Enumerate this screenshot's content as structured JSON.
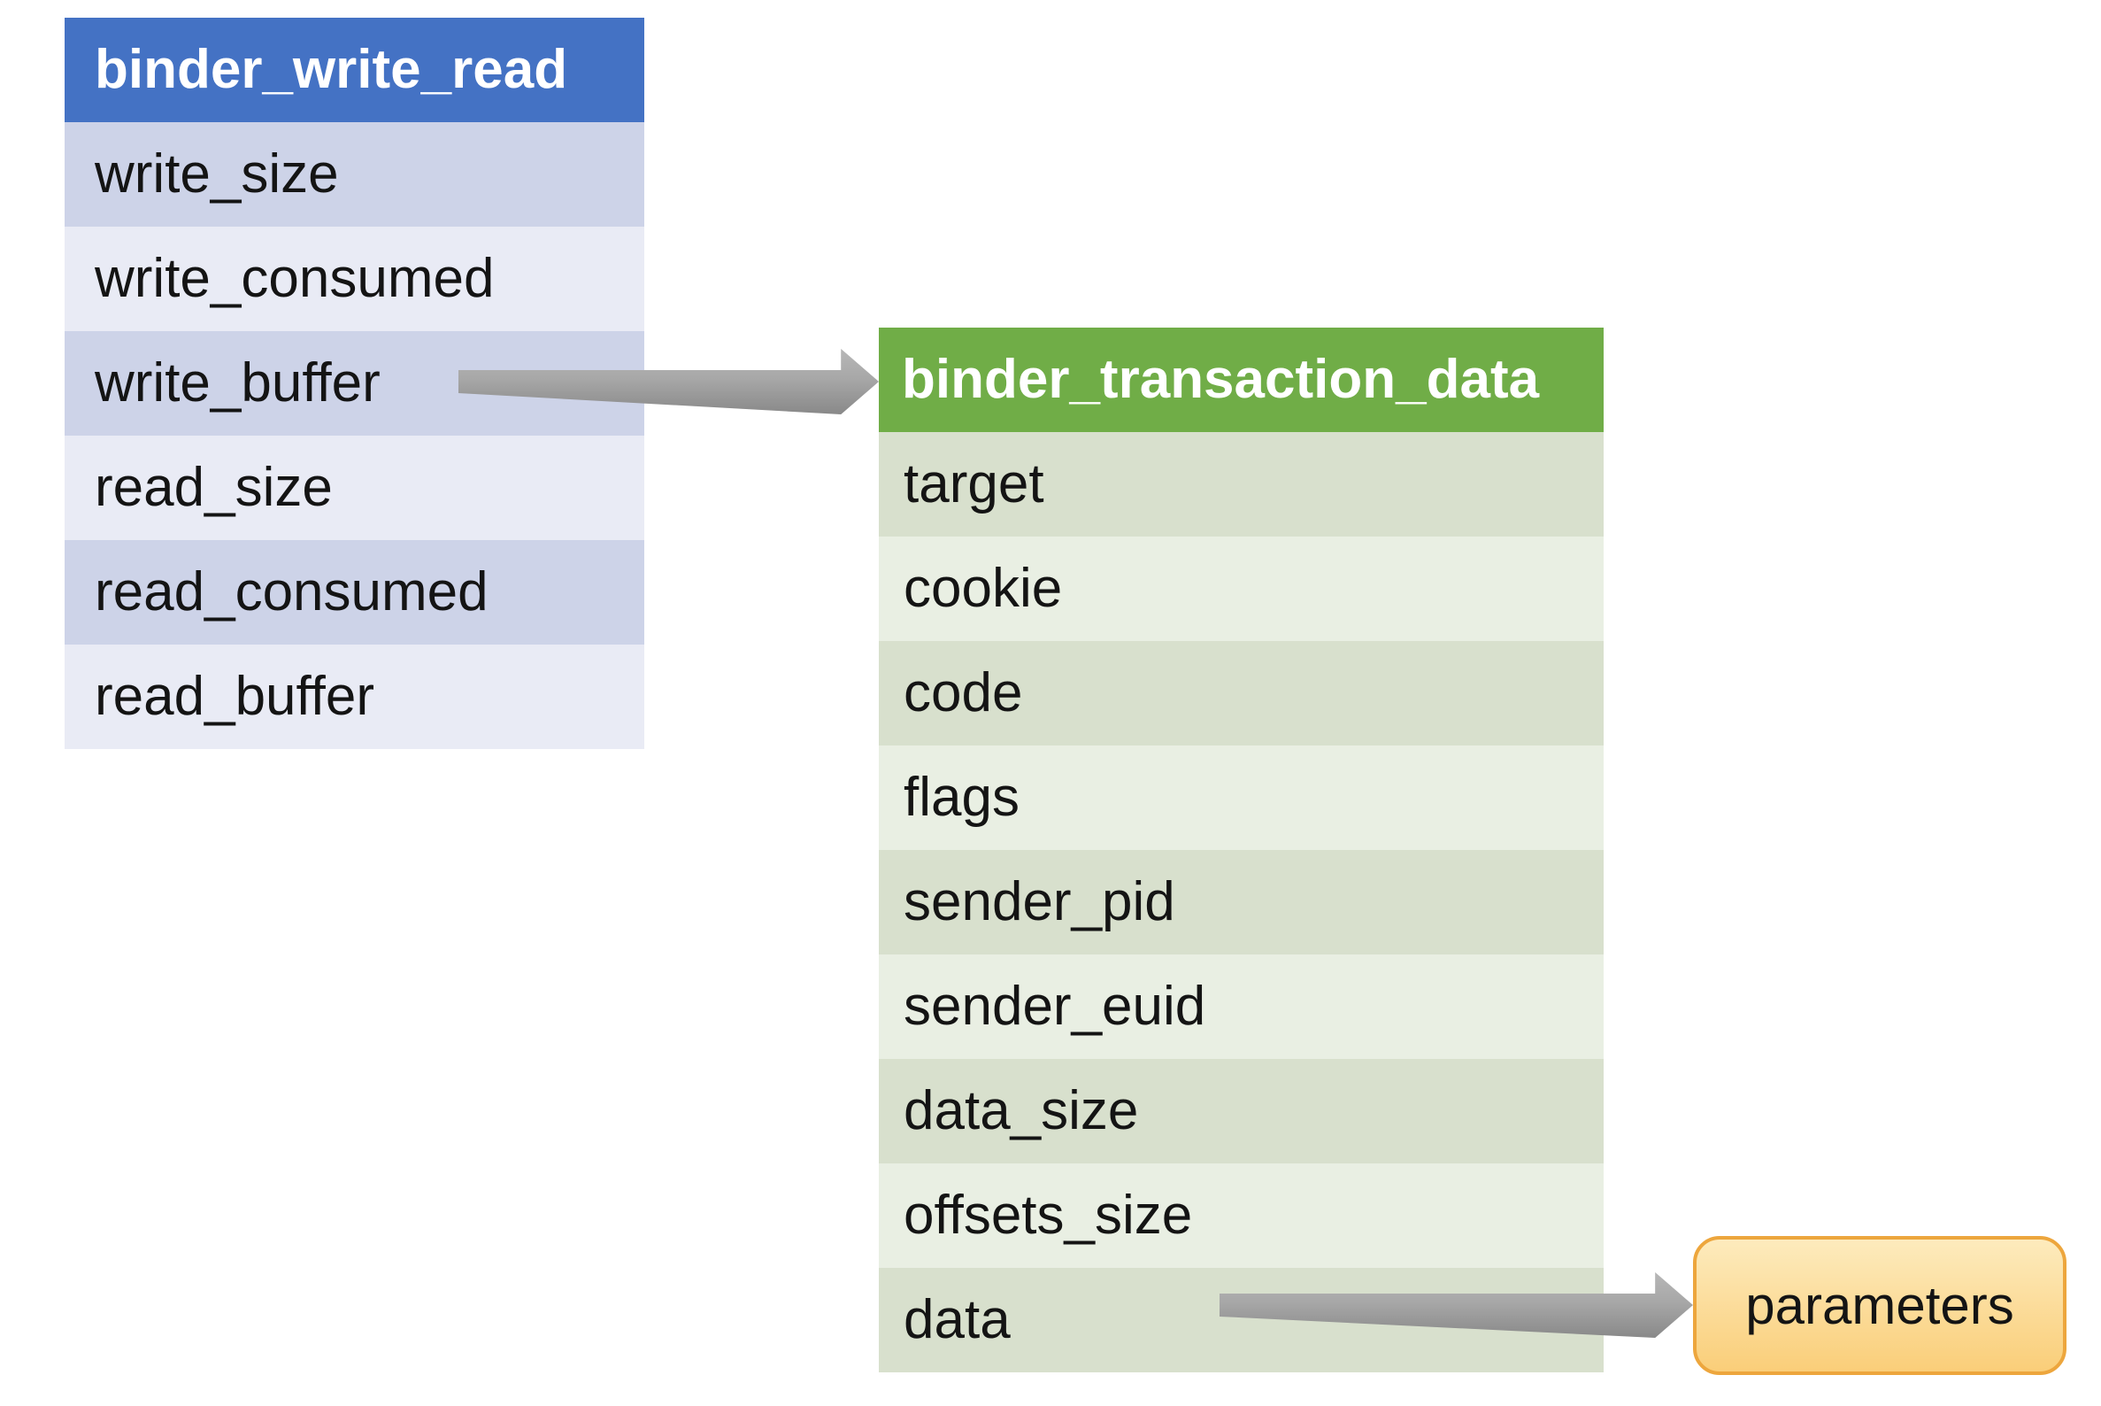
{
  "left_table": {
    "header": "binder_write_read",
    "rows": [
      "write_size",
      "write_consumed",
      "write_buffer",
      "read_size",
      "read_consumed",
      "read_buffer"
    ],
    "header_color": "#4472c4",
    "header_text_color": "#ffffff",
    "row_color_dark": "#cdd3e8",
    "row_color_light": "#e9ebf5"
  },
  "right_table": {
    "header": "binder_transaction_data",
    "rows": [
      "target",
      "cookie",
      "code",
      "flags",
      "sender_pid",
      "sender_euid",
      "data_size",
      "offsets_size",
      "data"
    ],
    "header_color": "#70ad47",
    "header_text_color": "#ffffff",
    "row_color_dark": "#d8e0cd",
    "row_color_light": "#e9efe3"
  },
  "callout": {
    "label": "parameters",
    "border_color": "#eda63d",
    "fill_top": "#fdebbd",
    "fill_bottom": "#face79",
    "text_color": "#141414"
  },
  "arrows": [
    {
      "from": "write_buffer",
      "to": "binder_transaction_data"
    },
    {
      "from": "data",
      "to": "parameters"
    }
  ],
  "arrow_color": "#a3a3a3"
}
